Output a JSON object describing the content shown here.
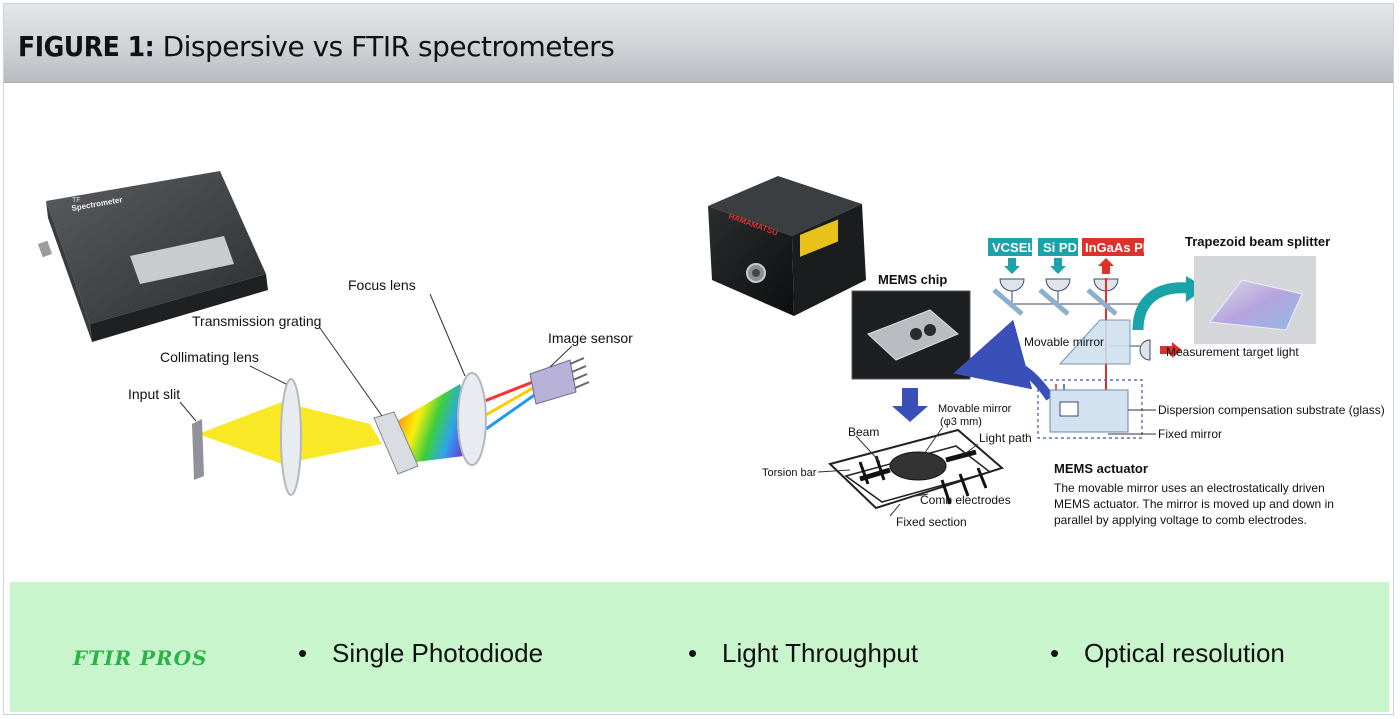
{
  "header": {
    "figure_label": "FIGURE 1:",
    "title": "Dispersive vs FTIR spectrometers"
  },
  "dispersive": {
    "device_text_1": "TF",
    "device_text_2": "Spectrometer",
    "labels": {
      "input_slit": "Input slit",
      "collimating_lens": "Collimating lens",
      "transmission_grating": "Transmission grating",
      "focus_lens": "Focus lens",
      "image_sensor": "Image sensor"
    }
  },
  "ftir": {
    "device_brand": "HAMAMATSU",
    "mems_chip": "MEMS chip",
    "vcsel": "VCSEL",
    "si_pd": "Si PD",
    "ingaas_pd": "InGaAs PD",
    "trapezoid": "Trapezoid beam splitter",
    "movable_mirror": "Movable mirror",
    "measurement_light": "Measurement target light",
    "dispersion": "Dispersion compensation substrate (glass)",
    "fixed_mirror": "Fixed mirror",
    "mems_movable_mirror": "Movable mirror",
    "mems_mirror_size": "(φ3 mm)",
    "beam": "Beam",
    "light_path": "Light path",
    "torsion_bar": "Torsion bar",
    "comb_electrodes": "Comb electrodes",
    "fixed_section": "Fixed section",
    "actuator_title": "MEMS actuator",
    "actuator_line1": "The movable mirror uses an electrostatically driven",
    "actuator_line2": "MEMS actuator. The mirror is moved up and down in",
    "actuator_line3": "parallel by applying voltage to comb electrodes."
  },
  "footer": {
    "label": "FTIR PROS",
    "pros": [
      "Single Photodiode",
      "Light Throughput",
      "Optical resolution"
    ]
  },
  "colors": {
    "header": "#cfd2d6",
    "footer_bg": "#c9f5cc",
    "pros_label": "#2db24a",
    "beam_yellow": "#f7e400",
    "teal": "#1aa3a8",
    "red_tag": "#e0302c"
  }
}
